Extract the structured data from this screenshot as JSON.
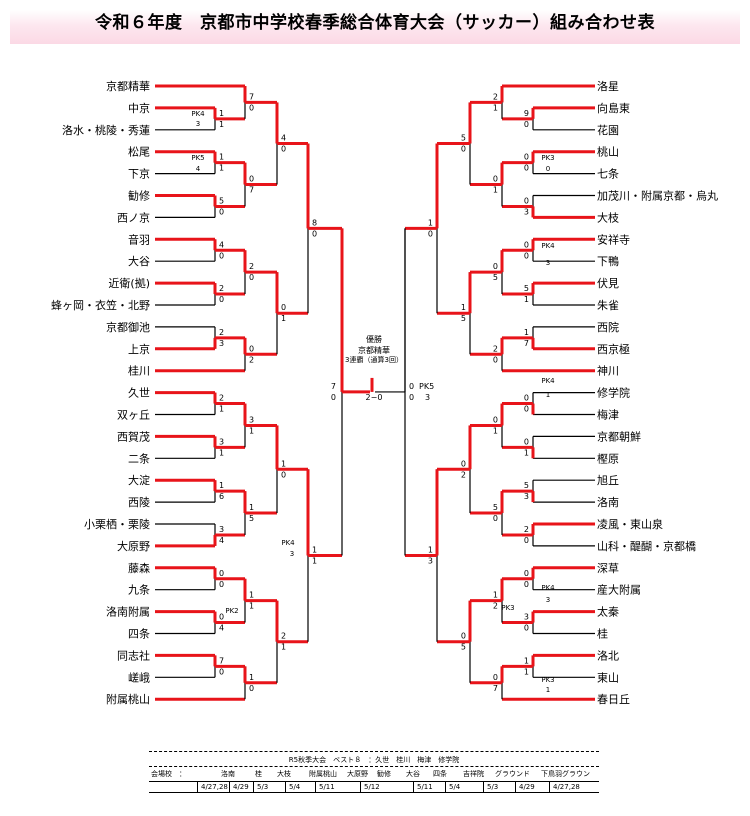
{
  "title": "令和６年度　京都市中学校春季総合体育大会（サッカー）組み合わせ表",
  "colors": {
    "winner_line": "#e8141a",
    "line": "#000000",
    "title_bg": "#fbd9e5"
  },
  "left_teams": [
    "京都精華",
    "中京",
    "洛水・桃陵・秀蓮",
    "松尾",
    "下京",
    "勧修",
    "西ノ京",
    "音羽",
    "大谷",
    "近衛(拠)",
    "蜂ヶ岡・衣笠・北野",
    "京都御池",
    "上京",
    "桂川",
    "久世",
    "双ヶ丘",
    "西賀茂",
    "二条",
    "大淀",
    "西陵",
    "小栗栖・栗陵",
    "大原野",
    "藤森",
    "九条",
    "洛南附属",
    "四条",
    "同志社",
    "嵯峨",
    "附属桃山"
  ],
  "right_teams": [
    "洛星",
    "向島東",
    "花園",
    "桃山",
    "七条",
    "加茂川・附属京都・烏丸",
    "大枝",
    "安祥寺",
    "下鴨",
    "伏見",
    "朱雀",
    "西院",
    "西京極",
    "神川",
    "修学院",
    "梅津",
    "京都朝鮮",
    "樫原",
    "旭丘",
    "洛南",
    "凌風・東山泉",
    "山科・醍醐・京都橋",
    "深草",
    "産大附属",
    "太秦",
    "桂",
    "洛北",
    "東山",
    "春日丘"
  ],
  "left_scores": {
    "r1": [
      [
        "1",
        "1"
      ],
      [
        "1",
        "1"
      ],
      [
        "5",
        "0"
      ],
      [
        "4",
        "0"
      ],
      [
        "2",
        "0"
      ],
      [
        "2",
        "3"
      ],
      [
        "2",
        "1"
      ],
      [
        "3",
        "1"
      ],
      [
        "1",
        "6"
      ],
      [
        "3",
        "4"
      ],
      [
        "0",
        "0"
      ],
      [
        "0",
        "4"
      ],
      [
        "7",
        "0"
      ]
    ],
    "r2": [
      [
        "7",
        "0"
      ],
      [
        "0",
        "7"
      ],
      [
        "2",
        "0"
      ],
      [
        "0",
        "2"
      ],
      [
        "3",
        "1"
      ],
      [
        "1",
        "5"
      ],
      [
        "1",
        "1"
      ],
      [
        "1",
        "0"
      ]
    ],
    "r3": [
      [
        "4",
        "0"
      ],
      [
        "0",
        "1"
      ],
      [
        "1",
        "0"
      ],
      [
        "2",
        "1"
      ]
    ],
    "r4": [
      [
        "8",
        "0"
      ],
      [
        "1",
        "1"
      ]
    ],
    "final": [
      "7",
      "0"
    ]
  },
  "right_scores": {
    "r1": [
      [
        "9",
        "0"
      ],
      [
        "0",
        "0"
      ],
      [
        "0",
        "3"
      ],
      [
        "0",
        "0"
      ],
      [
        "5",
        "1"
      ],
      [
        "1",
        "7"
      ],
      [
        "0",
        "0"
      ],
      [
        "0",
        "1"
      ],
      [
        "5",
        "3"
      ],
      [
        "2",
        "0"
      ],
      [
        "0",
        "0"
      ],
      [
        "3",
        "0"
      ],
      [
        "1",
        "1"
      ]
    ],
    "r2": [
      [
        "2",
        "1"
      ],
      [
        "0",
        "1"
      ],
      [
        "0",
        "5"
      ],
      [
        "2",
        "0"
      ],
      [
        "0",
        "1"
      ],
      [
        "5",
        "0"
      ],
      [
        "1",
        "2"
      ],
      [
        "0",
        "7"
      ]
    ],
    "r3": [
      [
        "5",
        "0"
      ],
      [
        "1",
        "5"
      ],
      [
        "0",
        "2"
      ],
      [
        "0",
        "5"
      ]
    ],
    "r4": [
      [
        "1",
        "0"
      ],
      [
        "1",
        "3"
      ]
    ],
    "final": [
      "0",
      "0"
    ]
  },
  "notes": {
    "pk_left": [
      "PK4",
      "3",
      "PK5",
      "4",
      "PK2",
      "PK4",
      "3"
    ],
    "pk_right": [
      "PK3",
      "0",
      "PK4",
      "3",
      "PK4",
      "1",
      "PK4",
      "3",
      "PK3",
      "PK3",
      "1"
    ]
  },
  "final_box": {
    "label": "優勝",
    "winner": "京都精華",
    "sub": "3連覇（通算3回）",
    "score": "2−0",
    "right_pk": "PK5",
    "right_pk_score": "3"
  },
  "venue": {
    "caption": "R5秋季大会　ベスト８　：久世　桂川　梅津　修学院",
    "label": "会場校　：",
    "schools": [
      "洛南",
      "桂",
      "大枝",
      "附属桃山",
      "大原野",
      "勧修",
      "大谷",
      "四条",
      "吉祥院",
      "グラウンド",
      "下鳥羽グラウン"
    ],
    "dates": [
      "4/27,28",
      "4/29",
      "5/3",
      "5/4",
      "5/11",
      "5/12",
      "5/11",
      "5/4",
      "5/3",
      "4/29",
      "4/27,28"
    ]
  }
}
